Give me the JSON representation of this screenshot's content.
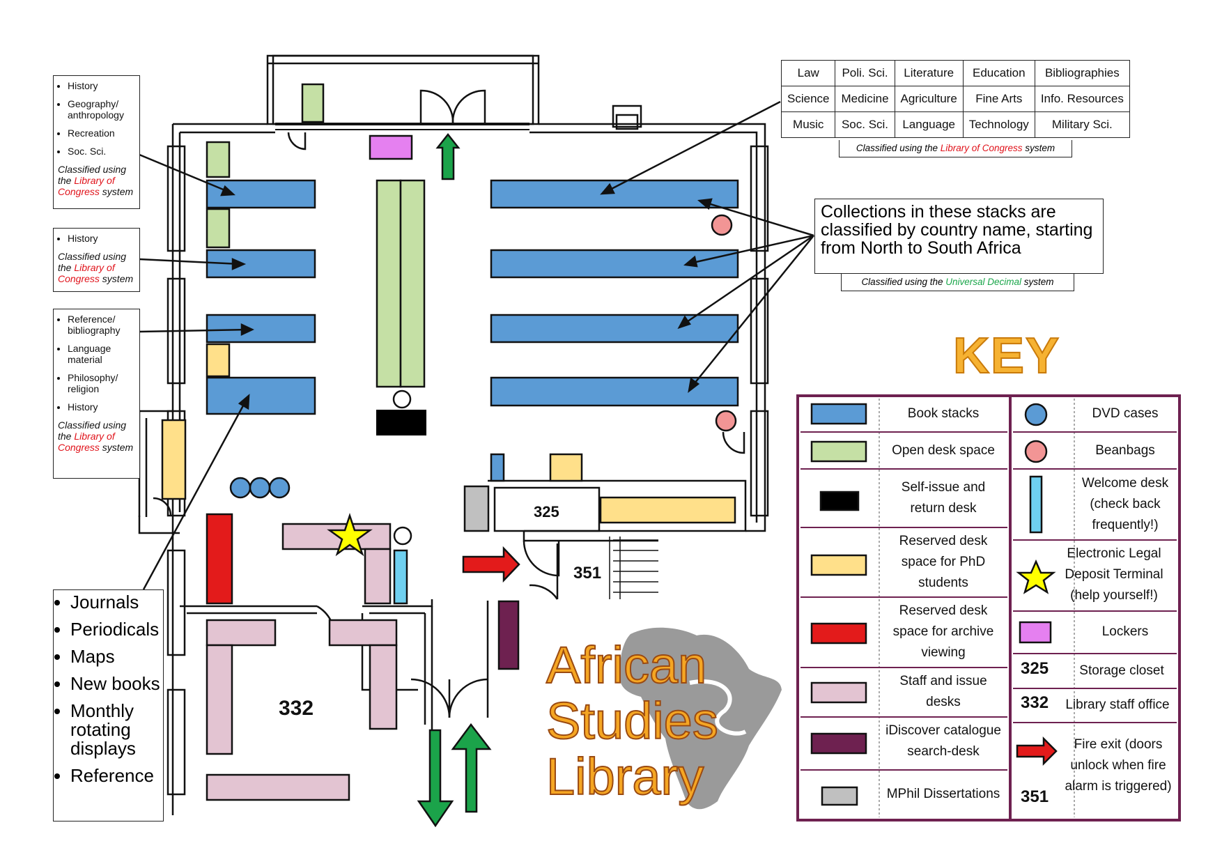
{
  "left_callouts": [
    {
      "items": [
        "History",
        "Geography/ anthropology",
        "Recreation",
        "Soc. Sci."
      ],
      "note_prefix": "Classified using the ",
      "note_highlight": "Library of Congress",
      "note_suffix": " system"
    },
    {
      "items": [
        "History"
      ],
      "note_prefix": "Classified using the ",
      "note_highlight": "Library of Congress",
      "note_suffix": " system"
    },
    {
      "items": [
        "Reference/ bibliography",
        "Language material",
        "Philosophy/ religion",
        "History"
      ],
      "note_prefix": "Classified using the ",
      "note_highlight": "Library of Congress",
      "note_suffix": " system"
    }
  ],
  "bottom_callout": {
    "items": [
      "Journals",
      "Periodicals",
      "Maps",
      "New books",
      "Monthly rotating displays",
      "Reference"
    ]
  },
  "subject_table": {
    "rows": [
      [
        "Law",
        "Poli. Sci.",
        "Literature",
        "Education",
        "Bibliographies"
      ],
      [
        "Science",
        "Medicine",
        "Agriculture",
        "Fine Arts",
        "Info. Resources"
      ],
      [
        "Music",
        "Soc. Sci.",
        "Language",
        "Technology",
        "Military Sci."
      ]
    ],
    "note_prefix": "Classified using the ",
    "note_highlight": "Library of Congress",
    "note_suffix": " system"
  },
  "country_callout": {
    "text": "Collections in these stacks are classified by country name, starting from North to South Africa",
    "note_prefix": "Classified using the ",
    "note_highlight": "Universal Decimal",
    "note_suffix": " system"
  },
  "rooms": {
    "r325": "325",
    "r351": "351",
    "r332": "332"
  },
  "brand": {
    "line1": "African",
    "line2": "Studies",
    "line3": "Library"
  },
  "key": {
    "title": "KEY",
    "left": [
      {
        "label": "Book stacks",
        "color": "#5b9bd5"
      },
      {
        "label": "Open desk space",
        "color": "#c5e0a5"
      },
      {
        "label": "Self-issue and return desk",
        "color": "#000000"
      },
      {
        "label": "Reserved desk space for PhD students",
        "color": "#ffe08a"
      },
      {
        "label": "Reserved desk space for archive viewing",
        "color": "#e31b1b"
      },
      {
        "label": "Staff and issue desks",
        "color": "#e3c4d2"
      },
      {
        "label": "iDiscover catalogue search-desk",
        "color": "#6e2150"
      },
      {
        "label": "MPhil Dissertations",
        "color": "#c0c0c0"
      }
    ],
    "right": [
      {
        "label": "DVD cases",
        "color": "#5b9bd5"
      },
      {
        "label": "Beanbags",
        "color": "#f29595"
      },
      {
        "label": "Welcome desk (check back frequently!)",
        "color": "#6fd0f0"
      },
      {
        "label": "Electronic Legal Deposit Terminal (help yourself!)",
        "color": "#ffff00"
      },
      {
        "label": "Lockers",
        "color": "#e580f0"
      },
      {
        "label": "Storage closet",
        "number": "325"
      },
      {
        "label": "Library staff office",
        "number": "332"
      },
      {
        "label": "Fire exit (doors unlock when fire alarm is triggered)",
        "number": "351",
        "color": "#e31b1b"
      }
    ]
  }
}
